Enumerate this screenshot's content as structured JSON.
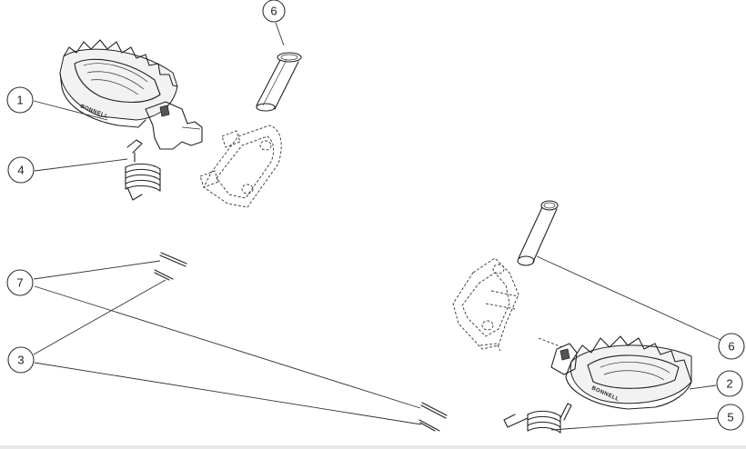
{
  "balloons": [
    {
      "id": "b1",
      "label": "1"
    },
    {
      "id": "b2",
      "label": "2"
    },
    {
      "id": "b3",
      "label": "3"
    },
    {
      "id": "b4",
      "label": "4"
    },
    {
      "id": "b5",
      "label": "5"
    },
    {
      "id": "b6a",
      "label": "6"
    },
    {
      "id": "b6b",
      "label": "6"
    },
    {
      "id": "b7",
      "label": "7"
    }
  ],
  "brand_text": "BONNELL"
}
